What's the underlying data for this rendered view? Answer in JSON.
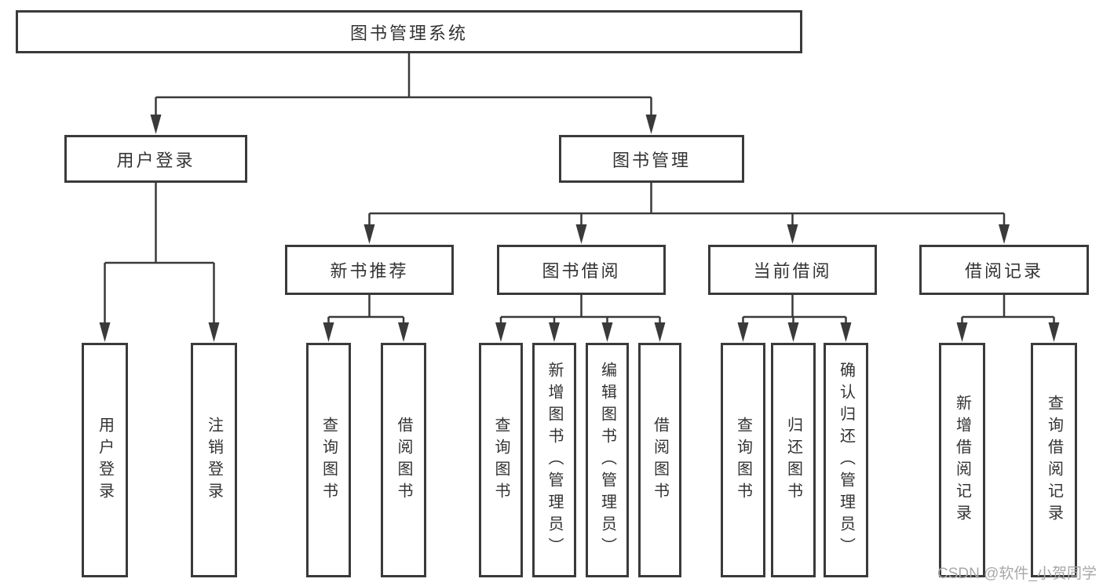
{
  "tree": {
    "root": {
      "label": "图书管理系统",
      "children": [
        {
          "label": "用户登录",
          "children": [
            {
              "label": "用户登录"
            },
            {
              "label": "注销登录"
            }
          ]
        },
        {
          "label": "图书管理",
          "children": [
            {
              "label": "新书推荐",
              "children": [
                {
                  "label": "查询图书"
                },
                {
                  "label": "借阅图书"
                }
              ]
            },
            {
              "label": "图书借阅",
              "children": [
                {
                  "label": "查询图书"
                },
                {
                  "label": "新增图书（管理员）"
                },
                {
                  "label": "编辑图书（管理员）"
                },
                {
                  "label": "借阅图书"
                }
              ]
            },
            {
              "label": "当前借阅",
              "children": [
                {
                  "label": "查询图书"
                },
                {
                  "label": "归还图书"
                },
                {
                  "label": "确认归还（管理员）"
                }
              ]
            },
            {
              "label": "借阅记录",
              "children": [
                {
                  "label": "新增借阅记录"
                },
                {
                  "label": "查询借阅记录"
                }
              ]
            }
          ]
        }
      ]
    }
  },
  "watermark": {
    "text": "CSDN @软件_小贺同学"
  },
  "colors": {
    "line": "#3a3a3a",
    "text": "#333333",
    "box_background": "#ffffff",
    "watermark": "#a8a8a8"
  }
}
